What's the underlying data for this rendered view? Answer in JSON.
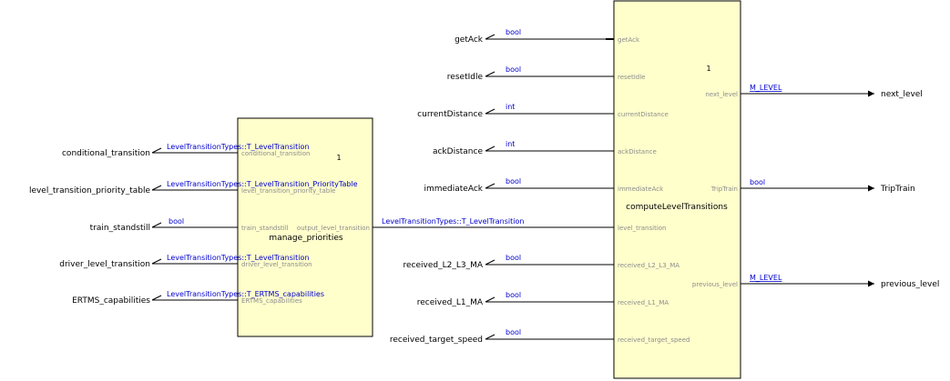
{
  "blocks": {
    "manage": {
      "title": "manage_priorities",
      "instance": "1",
      "fill": "#ffffcc",
      "inputs": [
        {
          "port": "conditional_transition",
          "signal": "conditional_transition",
          "type": "LevelTransitionTypes::T_LevelTransition"
        },
        {
          "port": "level_transition_priority_table",
          "signal": "level_transition_priority_table",
          "type": "LevelTransitionTypes::T_LevelTransition_PriorityTable"
        },
        {
          "port": "train_standstill",
          "signal": "train_standstill",
          "type": "bool"
        },
        {
          "port": "driver_level_transition",
          "signal": "driver_level_transition",
          "type": "LevelTransitionTypes::T_LevelTransition"
        },
        {
          "port": "ERTMS_capabilities",
          "signal": "ERTMS_capabilities",
          "type": "LevelTransitionTypes::T_ERTMS_capabilities"
        }
      ],
      "output": {
        "port": "output_level_transition",
        "type": "LevelTransitionTypes::T_LevelTransition"
      }
    },
    "compute": {
      "title": "computeLevelTransitions",
      "instance": "1",
      "fill": "#ffffcc",
      "inputs": [
        {
          "port": "getAck",
          "signal": "getAck",
          "type": "bool"
        },
        {
          "port": "resetIdle",
          "signal": "resetIdle",
          "type": "bool"
        },
        {
          "port": "currentDistance",
          "signal": "currentDistance",
          "type": "int"
        },
        {
          "port": "ackDistance",
          "signal": "ackDistance",
          "type": "int"
        },
        {
          "port": "immediateAck",
          "signal": "immediateAck",
          "type": "bool"
        },
        {
          "port": "level_transition",
          "signal": "",
          "type": ""
        },
        {
          "port": "received_L2_L3_MA",
          "signal": "received_L2_L3_MA",
          "type": "bool"
        },
        {
          "port": "received_L1_MA",
          "signal": "received_L1_MA",
          "type": "bool"
        },
        {
          "port": "received_target_speed",
          "signal": "received_target_speed",
          "type": "bool"
        }
      ],
      "outputs": [
        {
          "port": "next_level",
          "signal": "next_level",
          "type": "M_LEVEL"
        },
        {
          "port": "TripTrain",
          "signal": "TripTrain",
          "type": "bool"
        },
        {
          "port": "previous_level",
          "signal": "previous_level",
          "type": "M_LEVEL"
        }
      ]
    }
  },
  "colors": {
    "type_label": "#0000cc",
    "port_label": "#8c8c8c",
    "wire": "#000000",
    "signal": "#000000"
  }
}
